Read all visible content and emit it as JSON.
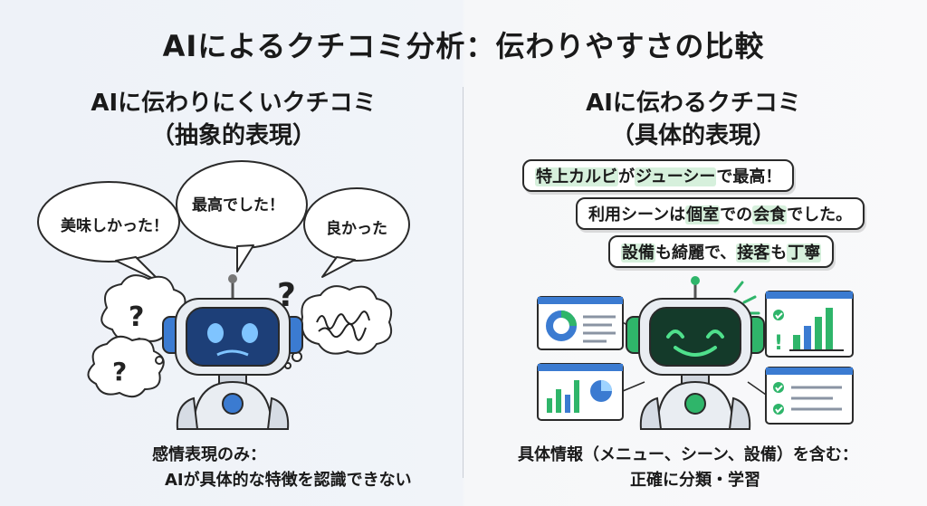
{
  "title": "AIによるクチコミ分析：伝わりやすさの比較",
  "left": {
    "heading_line1": "AIに伝わりにくいクチコミ",
    "heading_line2": "（抽象的表現）",
    "bubbles": [
      "美味しかった！",
      "最高でした！",
      "良かった"
    ],
    "caption_line1": "感情表現のみ：",
    "caption_line2": "AIが具体的な特徴を認識できない",
    "colors": {
      "robot_face": "#3b7bd1",
      "robot_eye": "#7fc4ff"
    }
  },
  "right": {
    "heading_line1": "AIに伝わるクチコミ",
    "heading_line2": "（具体的表現）",
    "cards": [
      {
        "segments": [
          {
            "text": "特上カルビ",
            "hl": true
          },
          {
            "text": "が",
            "hl": false
          },
          {
            "text": "ジューシー",
            "hl": true
          },
          {
            "text": "で最高！",
            "hl": false
          }
        ]
      },
      {
        "segments": [
          {
            "text": "利用シーンは",
            "hl": false
          },
          {
            "text": "個室",
            "hl": true
          },
          {
            "text": "での",
            "hl": false
          },
          {
            "text": "会食",
            "hl": true
          },
          {
            "text": "でした。",
            "hl": false
          }
        ]
      },
      {
        "segments": [
          {
            "text": "設備",
            "hl": true
          },
          {
            "text": "も綺麗で、",
            "hl": false
          },
          {
            "text": "接客",
            "hl": true
          },
          {
            "text": "も",
            "hl": false
          },
          {
            "text": "丁寧",
            "hl": true
          }
        ]
      }
    ],
    "caption_line1": "具体情報（メニュー、シーン、設備）を含む：",
    "caption_line2": "正確に分類・学習",
    "colors": {
      "accent": "#2fb56a",
      "highlight": "#d6f0dc"
    }
  }
}
